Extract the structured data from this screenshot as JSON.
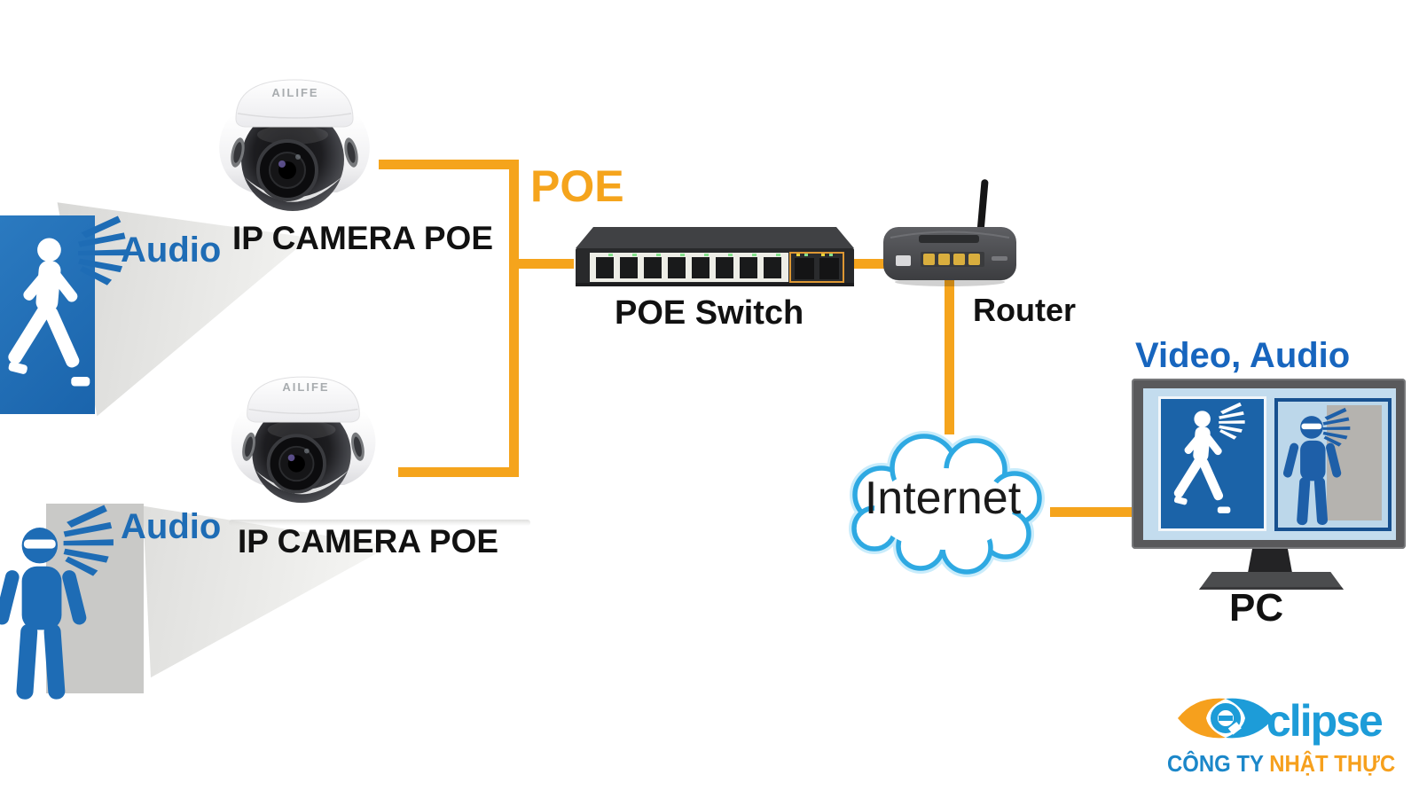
{
  "diagram": {
    "cameras": [
      {
        "brand": "AILIFE",
        "label": "IP CAMERA POE"
      },
      {
        "brand": "AILIFE",
        "label": "IP CAMERA POE"
      }
    ],
    "audio_sources": [
      {
        "label": "Audio"
      },
      {
        "label": "Audio"
      }
    ],
    "poe_label": "POE",
    "switch_label": "POE Switch",
    "router_label": "Router",
    "internet_label": "Internet",
    "monitor": {
      "caption": "Video, Audio",
      "label": "PC"
    },
    "colors": {
      "cable_orange": "#F5A41C",
      "audio_blue": "#1E6CB5",
      "caption_blue": "#1765BE",
      "cloud_border_blue": "#2EA9E2",
      "label_black": "#111111"
    }
  },
  "logo": {
    "brand": "clipse",
    "company_name_part1": "CÔNG TY",
    "company_name_part2": "NHẬT THỰC",
    "colors": {
      "logo_blue": "#1D9CD8",
      "logo_orange": "#F6A01D",
      "company_blue": "#1B87C9"
    }
  },
  "icons": {
    "camera": "dome-camera-icon",
    "person_walking": "walking-person-icon",
    "person_standing": "standing-person-icon",
    "sound_waves": "sound-waves-icon",
    "switch": "poe-switch-icon",
    "router": "router-icon",
    "cloud": "internet-cloud-icon",
    "monitor": "pc-monitor-icon",
    "logo_eye": "eclipse-eye-icon"
  }
}
